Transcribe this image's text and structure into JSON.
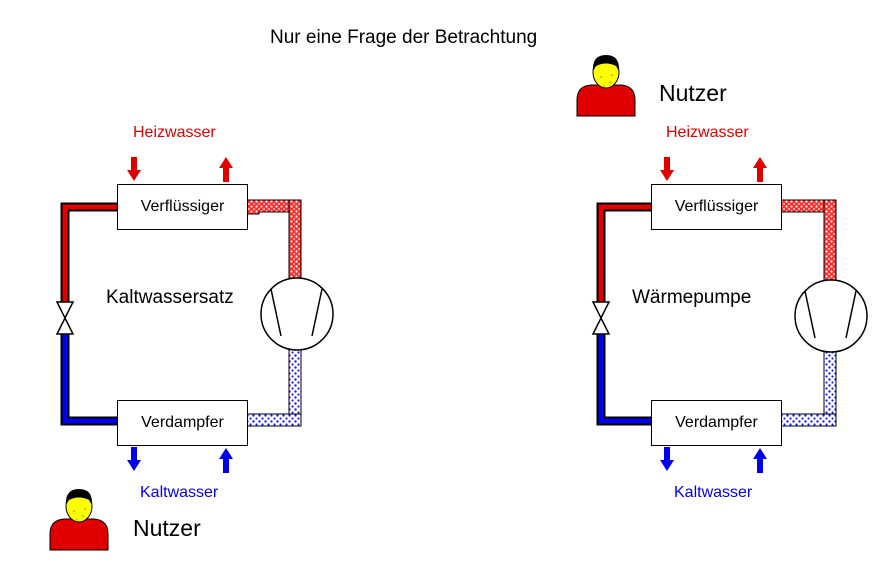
{
  "title": "Nur eine Frage der Betrachtung",
  "systems": [
    {
      "name": "Kaltwassersatz",
      "condenser": "Verflüssiger",
      "evaporator": "Verdampfer",
      "top_medium": "Heizwasser",
      "bottom_medium": "Kaltwasser",
      "user_label": "Nutzer"
    },
    {
      "name": "Wärmepumpe",
      "condenser": "Verflüssiger",
      "evaporator": "Verdampfer",
      "top_medium": "Heizwasser",
      "bottom_medium": "Kaltwasser",
      "user_label": "Nutzer"
    }
  ],
  "colors": {
    "hot": "#e00000",
    "cold": "#0000ee",
    "user_body": "#e00000",
    "user_face": "#ffff00"
  },
  "icons": [
    "user-icon",
    "expansion-valve-icon",
    "compressor-icon",
    "arrow-down-icon",
    "arrow-up-icon"
  ]
}
